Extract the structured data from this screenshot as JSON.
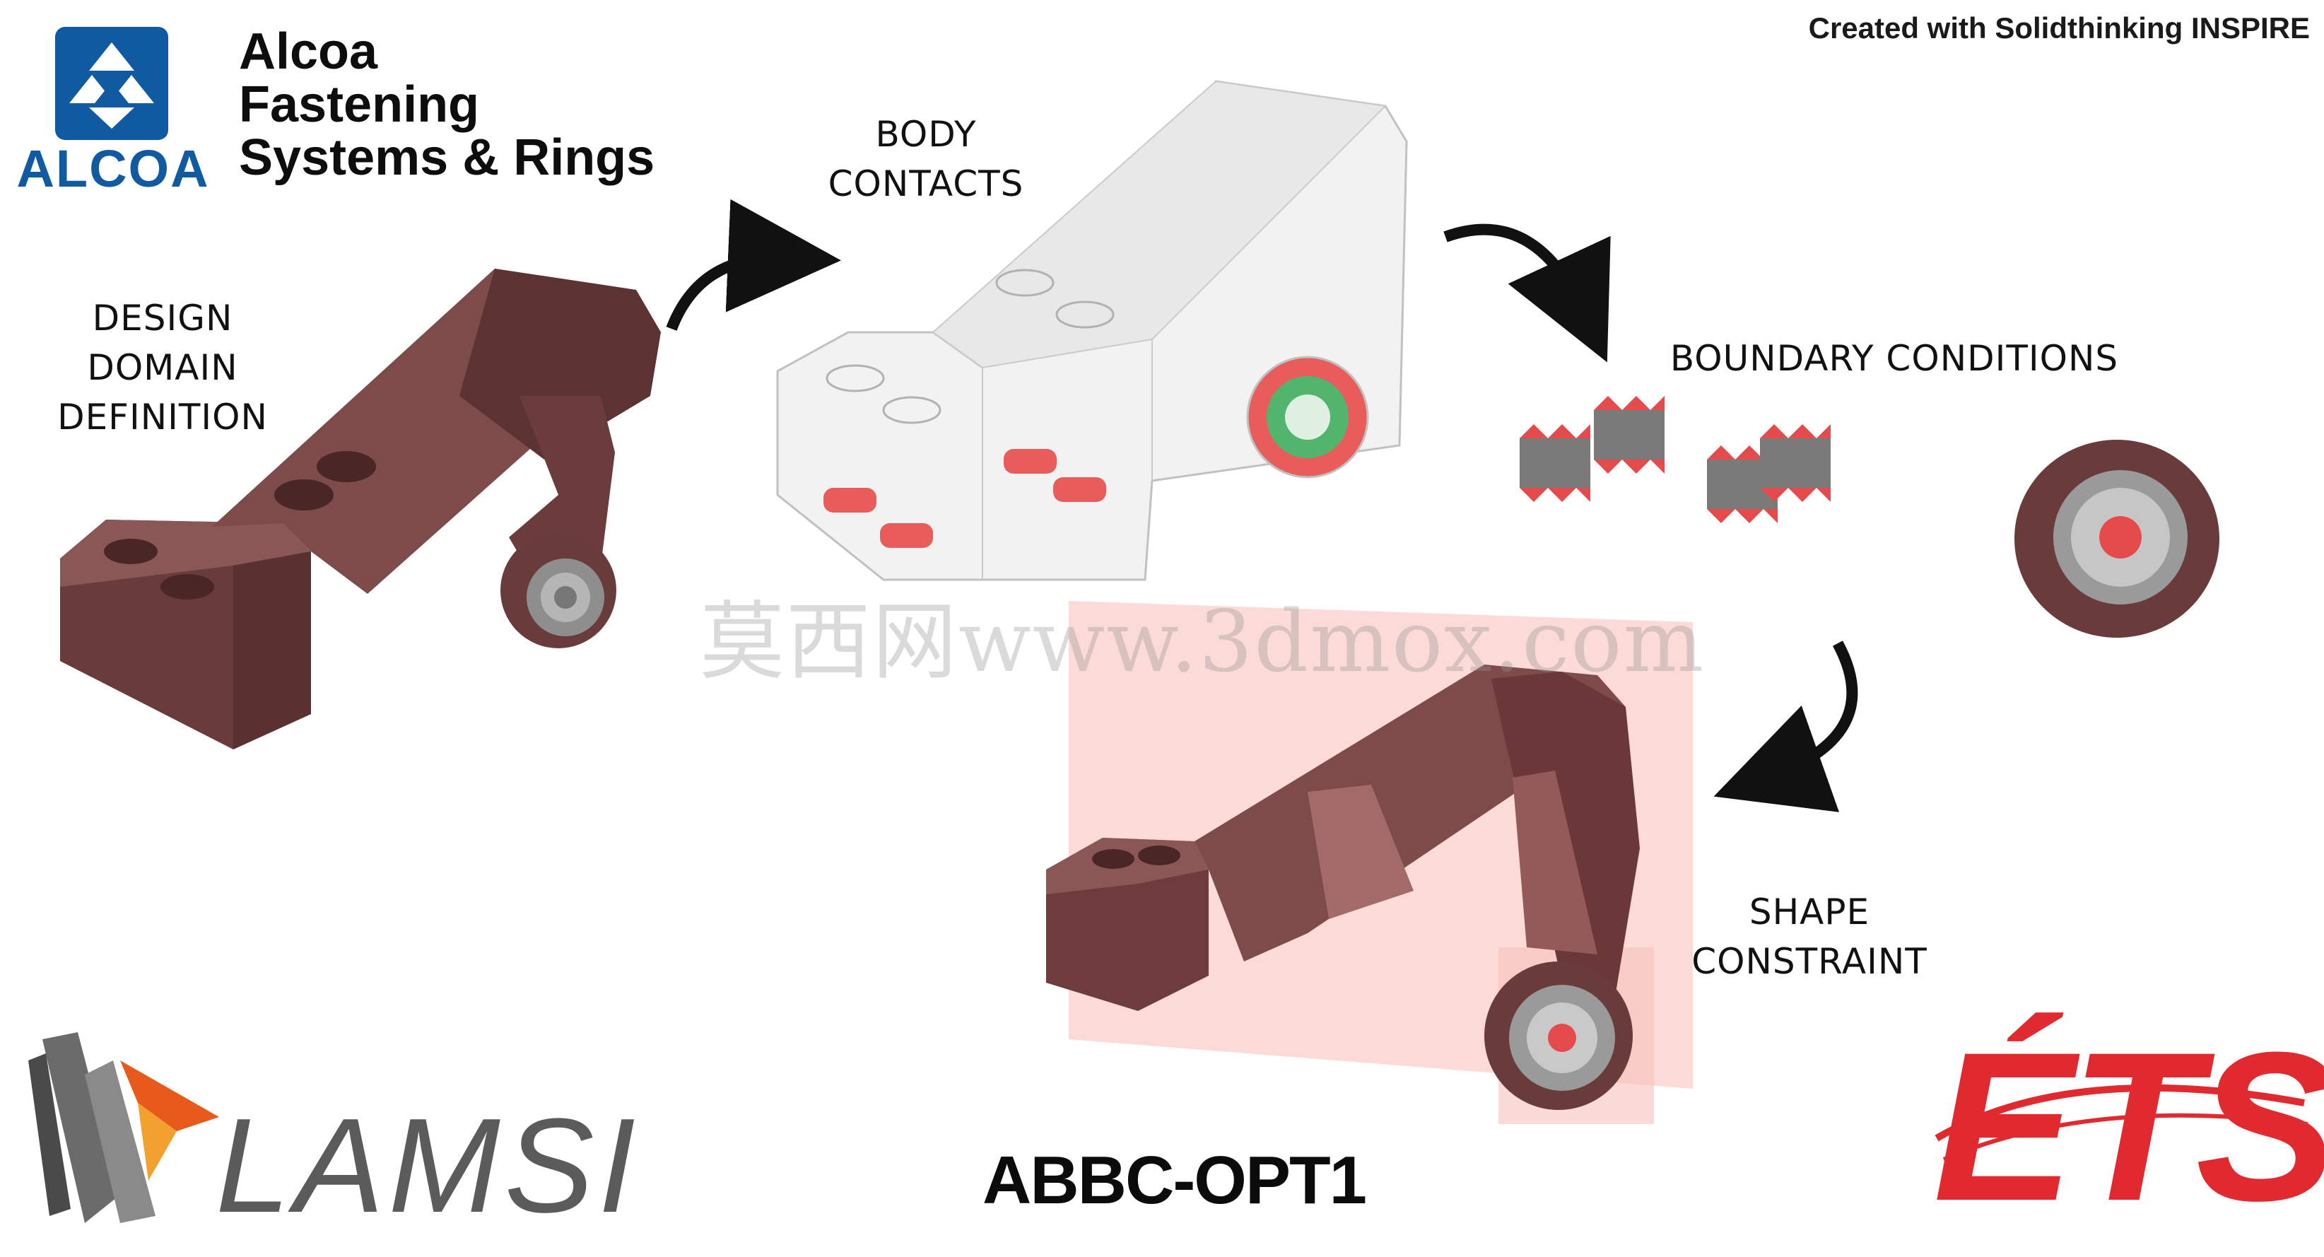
{
  "header": {
    "credit": "Created with Solidthinking INSPIRE",
    "org_title_lines": [
      "Alcoa",
      "Fastening",
      "Systems & Rings"
    ],
    "org_logo_word": "ALCOA"
  },
  "steps": {
    "design_domain": [
      "DESIGN",
      "DOMAIN",
      "DEFINITION"
    ],
    "body_contacts": [
      "BODY",
      "CONTACTS"
    ],
    "boundary_conditions": "BOUNDARY CONDITIONS",
    "shape_constraint": [
      "SHAPE",
      "CONSTRAINT"
    ]
  },
  "footer": {
    "model_name": "ABBC-OPT1",
    "left_logo_word": "LAMSI",
    "right_logo_word": "ÉTS"
  },
  "watermark": "莫西网www.3dmox.com",
  "colors": {
    "part_body": "#7a4a4a",
    "contact_red": "#e64b4b",
    "alcoa_blue": "#0f5aa0",
    "ets_red": "#e02a2f",
    "lamsi_gray": "#5b5b5b",
    "constraint_plane": "#fbd4d0",
    "arrow": "#111111"
  }
}
